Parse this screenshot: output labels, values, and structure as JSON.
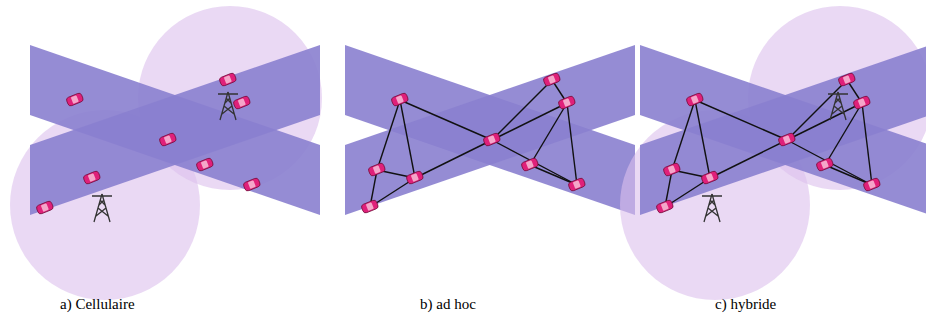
{
  "diagram": {
    "labels": [
      "a) Cellulaire",
      "b) ad hoc",
      "c) hybride"
    ]
  }
}
